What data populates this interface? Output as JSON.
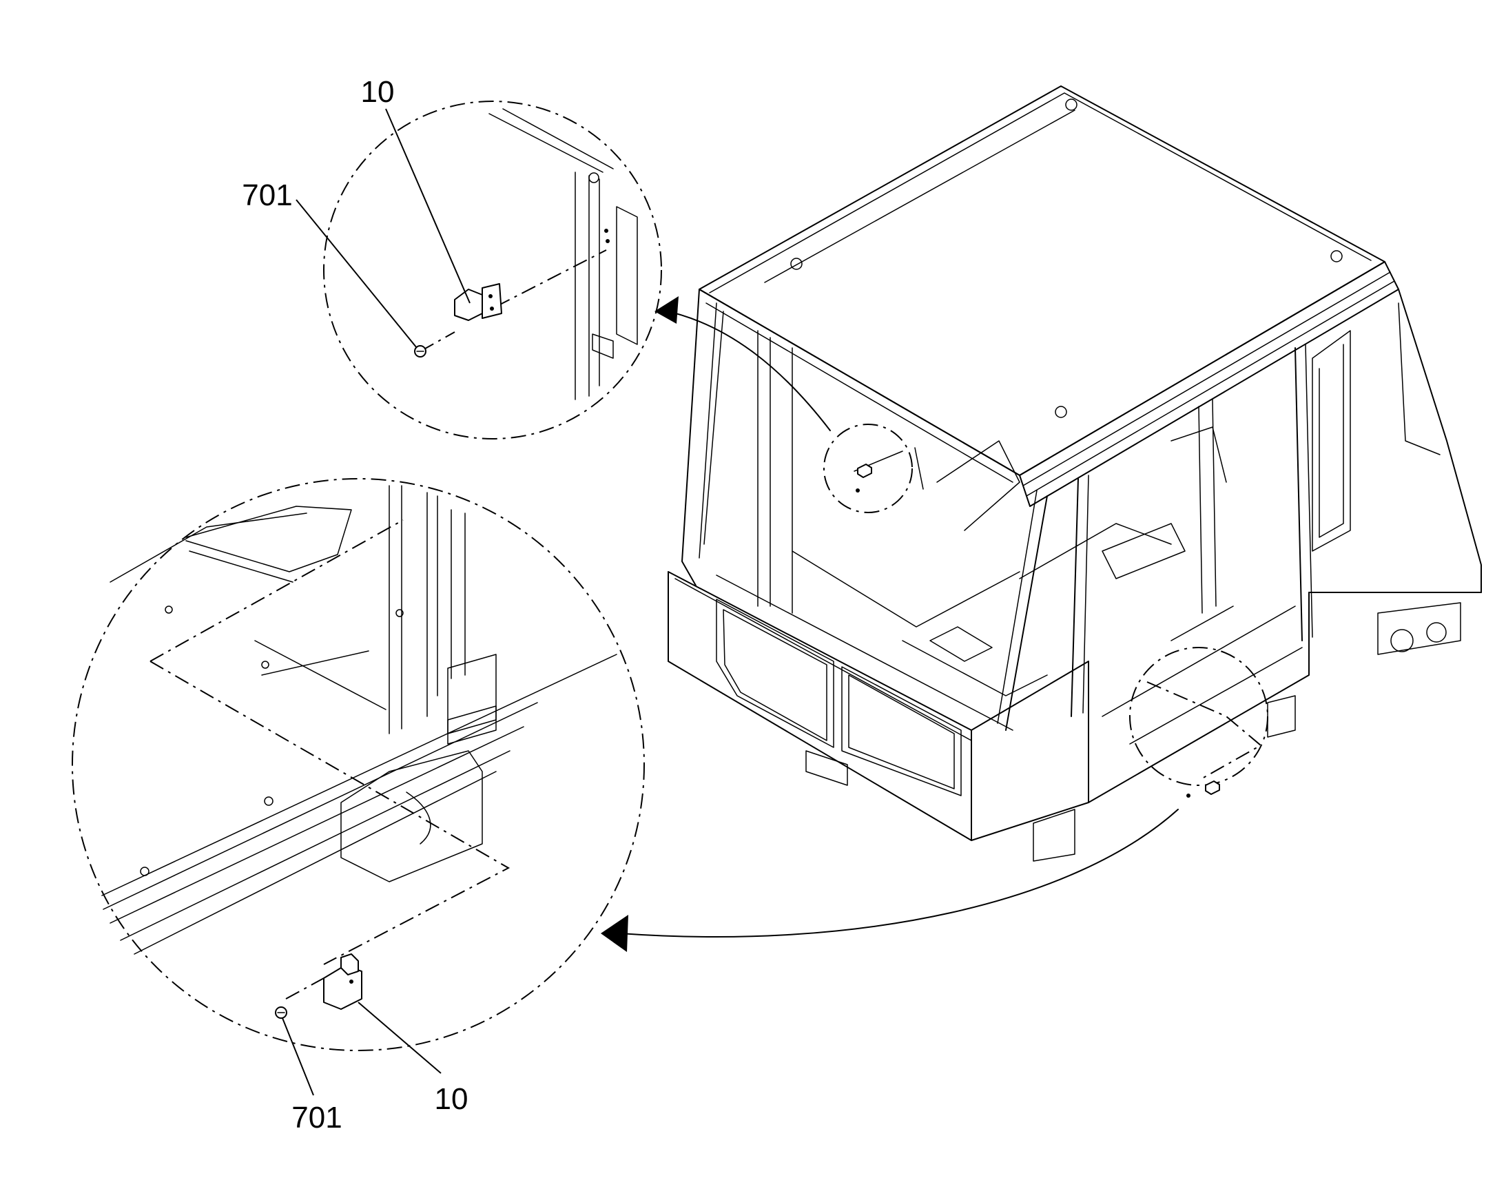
{
  "callouts": {
    "top_detail_part": "10",
    "top_detail_screw": "701",
    "bottom_detail_part": "10",
    "bottom_detail_screw": "701"
  }
}
